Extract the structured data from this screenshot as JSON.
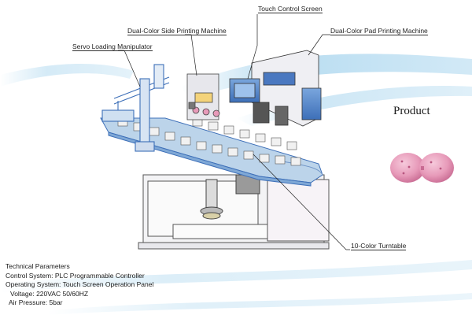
{
  "callouts": {
    "touch_screen": "Touch Control Screen",
    "side_printer": "Dual-Color Side Printing Machine",
    "pad_printer": "Dual-Color Pad Printing Machine",
    "servo": "Servo Loading Manipulator",
    "turntable": "10-Color Turntable"
  },
  "product_label": "Product",
  "specs": {
    "heading": "Technical Parameters",
    "control_system": "Control System:  PLC Programmable Controller",
    "operating_system": "Operating System: Touch Screen Operation Panel",
    "voltage": "Voltage:  220VAC 50/60HZ",
    "air_pressure": "Air Pressure:  5bar"
  },
  "colors": {
    "machine_blue": "#3d6fb8",
    "light_blue": "#bcd4ea",
    "product_pink": "#e79ab9",
    "background_wave": "#7fc1e6"
  }
}
